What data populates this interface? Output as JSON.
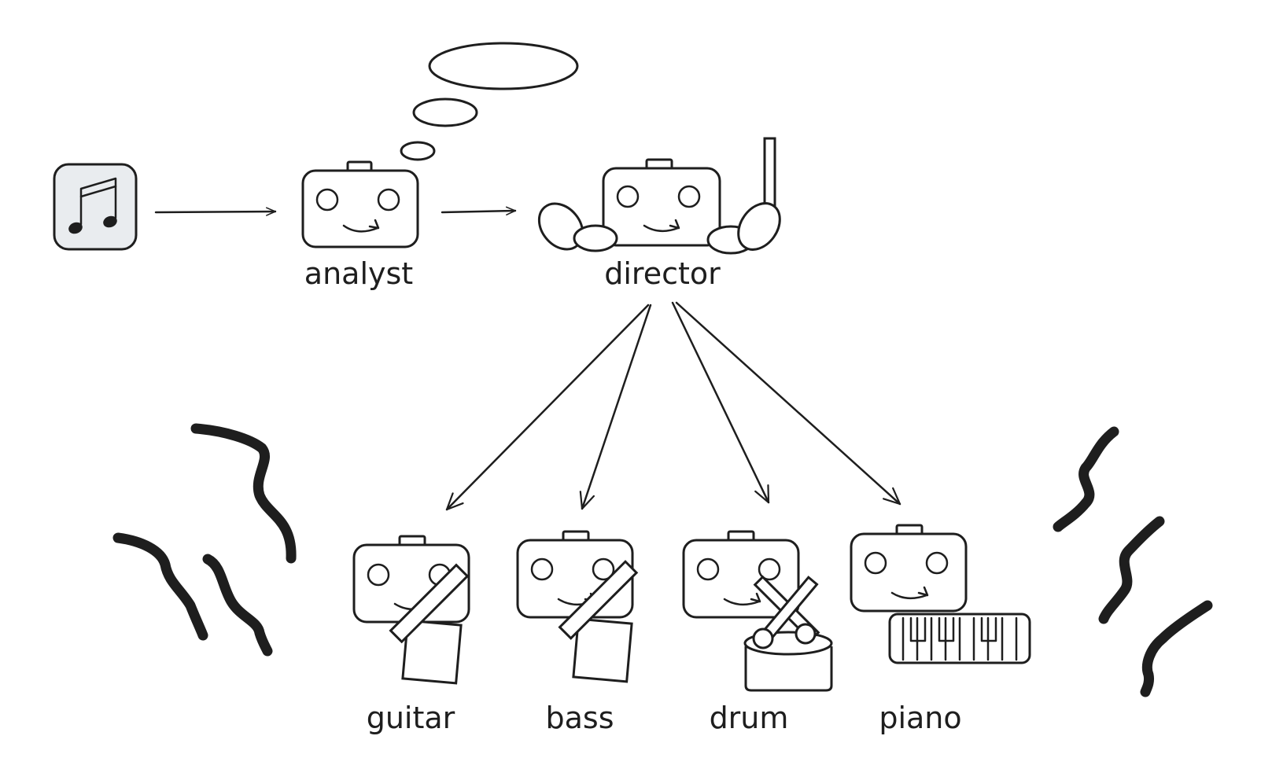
{
  "diagram": {
    "nodes": {
      "analyst": {
        "label": "analyst"
      },
      "director": {
        "label": "director"
      },
      "guitar": {
        "label": "guitar"
      },
      "bass": {
        "label": "bass"
      },
      "drum": {
        "label": "drum"
      },
      "piano": {
        "label": "piano"
      }
    },
    "icons": {
      "input": "music-note-icon",
      "thought": "thought-bubble-icon",
      "agent": "robot-icon",
      "noise": "squiggle-icon"
    },
    "colors": {
      "ink": "#1e1e1e",
      "icon_fill": "#e9ecef",
      "background": "#ffffff"
    }
  }
}
